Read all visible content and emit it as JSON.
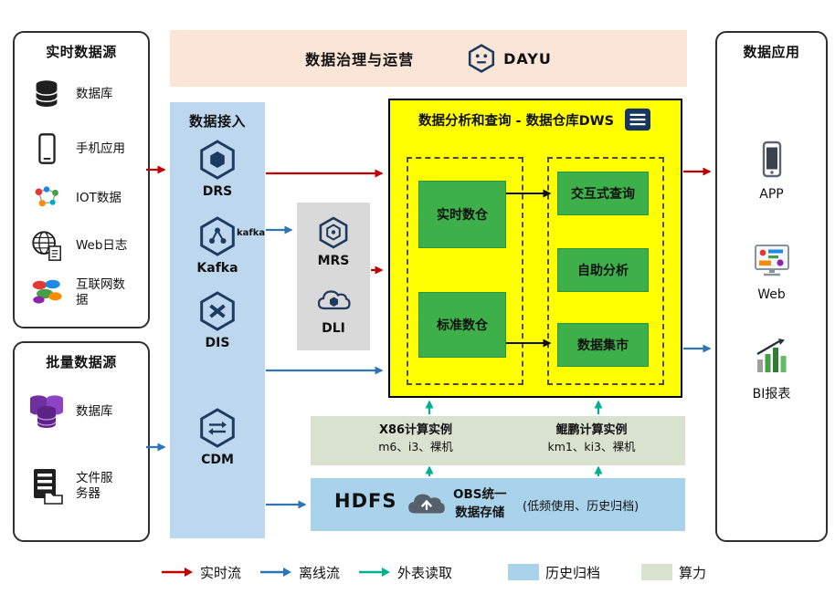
{
  "colors": {
    "realtime_flow": "#c00000",
    "offline_flow": "#2e75b6",
    "external_read": "#00b092",
    "history_archive": "#a9d3ea",
    "compute_power": "#d9e2cf",
    "dws_background": "#ffff00",
    "green_module": "#3eb049",
    "ingestion_background": "#bdd7ee",
    "governance_background": "#fbe5d6",
    "middle_background": "#d9d9d9"
  },
  "governance": {
    "title": "数据治理与运营",
    "product": "DAYU",
    "icon": "dayu-hexagon-icon"
  },
  "sources_realtime": {
    "title": "实时数据源",
    "items": [
      {
        "icon": "database-icon",
        "label": "数据库"
      },
      {
        "icon": "mobile-app-icon",
        "label": "手机应用"
      },
      {
        "icon": "iot-icon",
        "label": "IOT数据"
      },
      {
        "icon": "web-log-icon",
        "label": "Web日志"
      },
      {
        "icon": "internet-data-icon",
        "label": "互联网数据"
      }
    ]
  },
  "sources_batch": {
    "title": "批量数据源",
    "items": [
      {
        "icon": "database-purple-icon",
        "label": "数据库"
      },
      {
        "icon": "file-server-icon",
        "label": "文件服务器"
      }
    ]
  },
  "ingestion": {
    "title": "数据接入",
    "kafka_wordmark": "kafka",
    "items": [
      {
        "icon": "drs-hexagon-icon",
        "label": "DRS"
      },
      {
        "icon": "kafka-hexagon-icon",
        "label": "Kafka"
      },
      {
        "icon": "dis-hexagon-icon",
        "label": "DIS"
      },
      {
        "icon": "cdm-hexagon-icon",
        "label": "CDM"
      }
    ]
  },
  "middle": {
    "items": [
      {
        "icon": "mrs-hexagon-icon",
        "label": "MRS"
      },
      {
        "icon": "dli-cloud-icon",
        "label": "DLI"
      }
    ]
  },
  "dws": {
    "title": "数据分析和查询 - 数据仓库DWS",
    "icon": "dws-document-icon",
    "warehouses": [
      {
        "label": "实时数仓"
      },
      {
        "label": "标准数仓"
      }
    ],
    "services": [
      {
        "label": "交互式查询"
      },
      {
        "label": "自助分析"
      },
      {
        "label": "数据集市"
      }
    ]
  },
  "compute": {
    "x86": {
      "title": "X86计算实例",
      "subtitle": "m6、i3、裸机"
    },
    "kunpeng": {
      "title": "鲲鹏计算实例",
      "subtitle": "km1、ki3、裸机"
    }
  },
  "storage": {
    "hdfs": "HDFS",
    "obs_line1": "OBS统一",
    "obs_line2": "数据存储",
    "note": "(低频使用、历史归档)",
    "icon": "obs-cloud-icon"
  },
  "apps": {
    "title": "数据应用",
    "items": [
      {
        "icon": "app-phone-icon",
        "label": "APP"
      },
      {
        "icon": "web-monitor-icon",
        "label": "Web"
      },
      {
        "icon": "bi-report-icon",
        "label": "BI报表"
      }
    ]
  },
  "legend": {
    "items": [
      {
        "type": "arrow",
        "color": "#c00000",
        "label": "实时流"
      },
      {
        "type": "arrow",
        "color": "#2e75b6",
        "label": "离线流"
      },
      {
        "type": "arrow",
        "color": "#00b092",
        "label": "外表读取"
      },
      {
        "type": "swatch",
        "color": "#a9d3ea",
        "label": "历史归档"
      },
      {
        "type": "swatch",
        "color": "#d9e2cf",
        "label": "算力"
      }
    ]
  }
}
